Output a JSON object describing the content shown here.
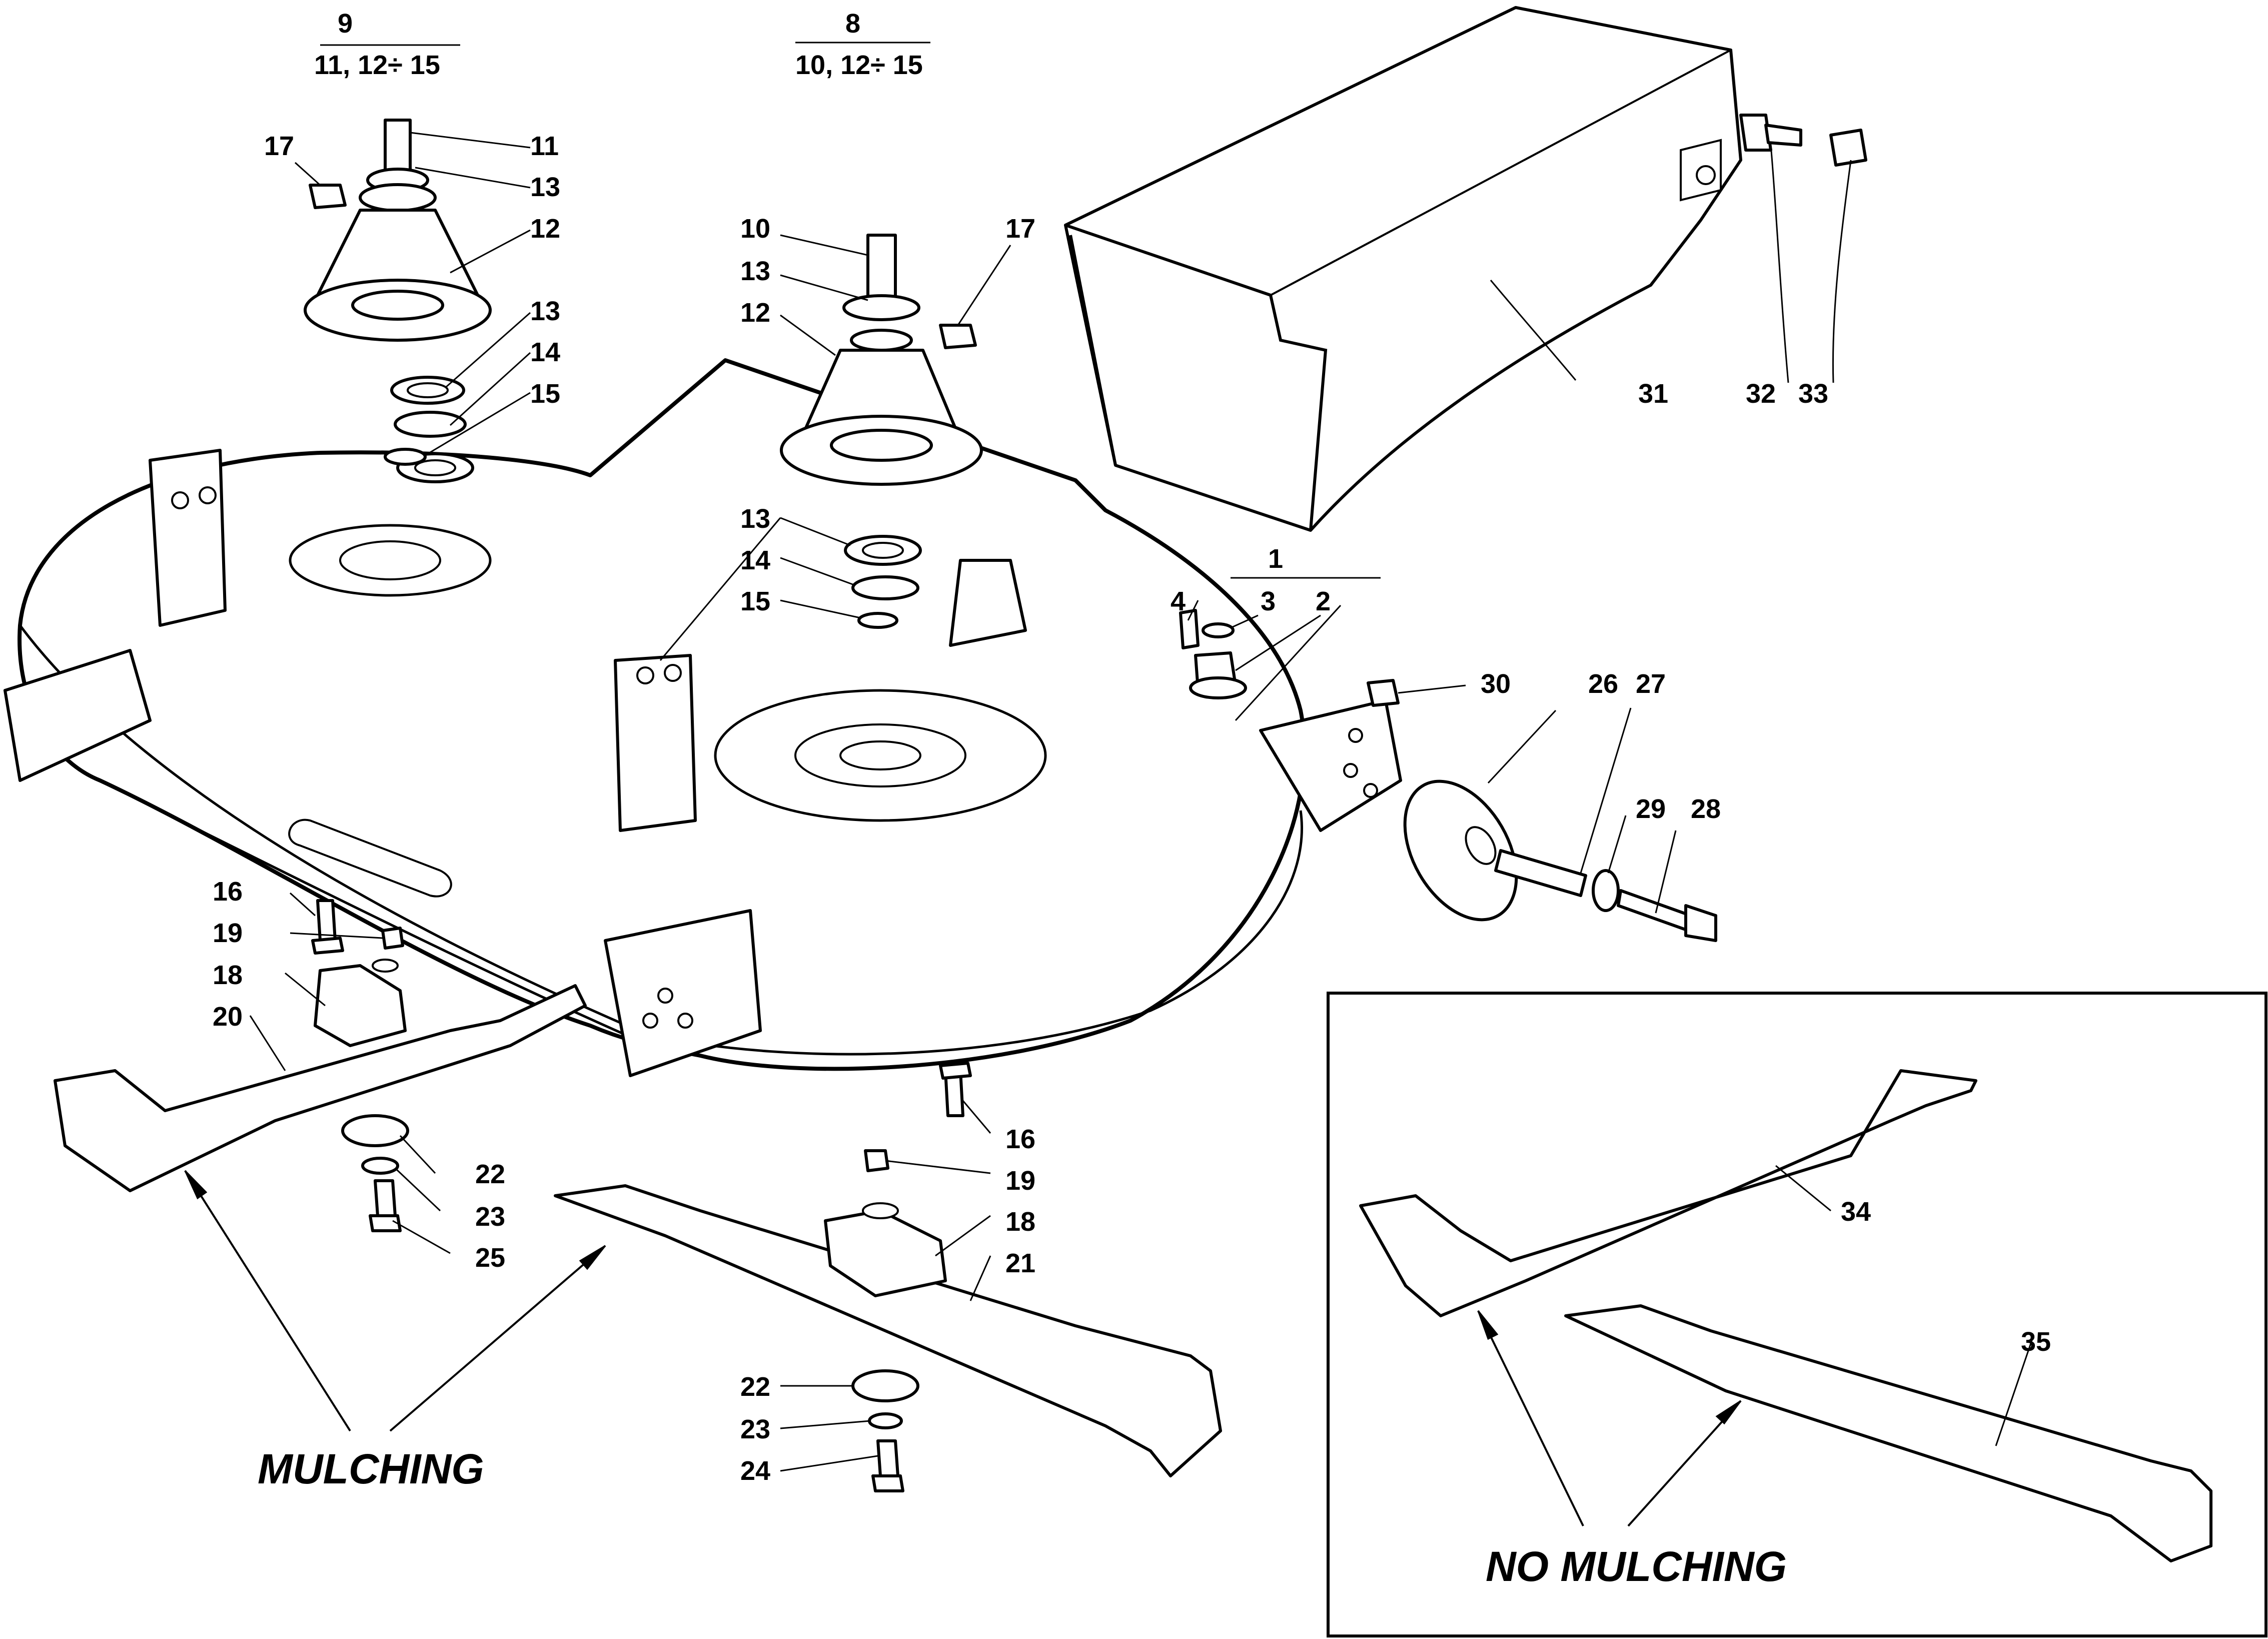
{
  "diagram": {
    "groups": [
      {
        "id": "9",
        "label": "9",
        "members": "11,  12÷ 15"
      },
      {
        "id": "8",
        "label": "8",
        "members": "10,  12÷ 15"
      },
      {
        "id": "1",
        "label": "1",
        "members": ""
      }
    ],
    "callouts": [
      {
        "id": "c11a",
        "text": "11"
      },
      {
        "id": "c13a",
        "text": "13"
      },
      {
        "id": "c12a",
        "text": "12"
      },
      {
        "id": "c17a",
        "text": "17"
      },
      {
        "id": "c13b",
        "text": "13"
      },
      {
        "id": "c14a",
        "text": "14"
      },
      {
        "id": "c15a",
        "text": "15"
      },
      {
        "id": "c10",
        "text": "10"
      },
      {
        "id": "c13c",
        "text": "13"
      },
      {
        "id": "c12b",
        "text": "12"
      },
      {
        "id": "c17b",
        "text": "17"
      },
      {
        "id": "c13d",
        "text": "13"
      },
      {
        "id": "c14b",
        "text": "14"
      },
      {
        "id": "c15b",
        "text": "15"
      },
      {
        "id": "c31",
        "text": "31"
      },
      {
        "id": "c32",
        "text": "32"
      },
      {
        "id": "c33",
        "text": "33"
      },
      {
        "id": "c4",
        "text": "4"
      },
      {
        "id": "c3",
        "text": "3"
      },
      {
        "id": "c2",
        "text": "2"
      },
      {
        "id": "c30",
        "text": "30"
      },
      {
        "id": "c26",
        "text": "26"
      },
      {
        "id": "c27",
        "text": "27"
      },
      {
        "id": "c29",
        "text": "29"
      },
      {
        "id": "c28",
        "text": "28"
      },
      {
        "id": "c16a",
        "text": "16"
      },
      {
        "id": "c19a",
        "text": "19"
      },
      {
        "id": "c18a",
        "text": "18"
      },
      {
        "id": "c20",
        "text": "20"
      },
      {
        "id": "c22a",
        "text": "22"
      },
      {
        "id": "c23a",
        "text": "23"
      },
      {
        "id": "c25",
        "text": "25"
      },
      {
        "id": "c16b",
        "text": "16"
      },
      {
        "id": "c19b",
        "text": "19"
      },
      {
        "id": "c18b",
        "text": "18"
      },
      {
        "id": "c21",
        "text": "21"
      },
      {
        "id": "c22b",
        "text": "22"
      },
      {
        "id": "c23b",
        "text": "23"
      },
      {
        "id": "c24",
        "text": "24"
      },
      {
        "id": "c34",
        "text": "34"
      },
      {
        "id": "c35",
        "text": "35"
      }
    ],
    "captions": {
      "mulching": "MULCHING",
      "no_mulching": "NO MULCHING"
    }
  }
}
